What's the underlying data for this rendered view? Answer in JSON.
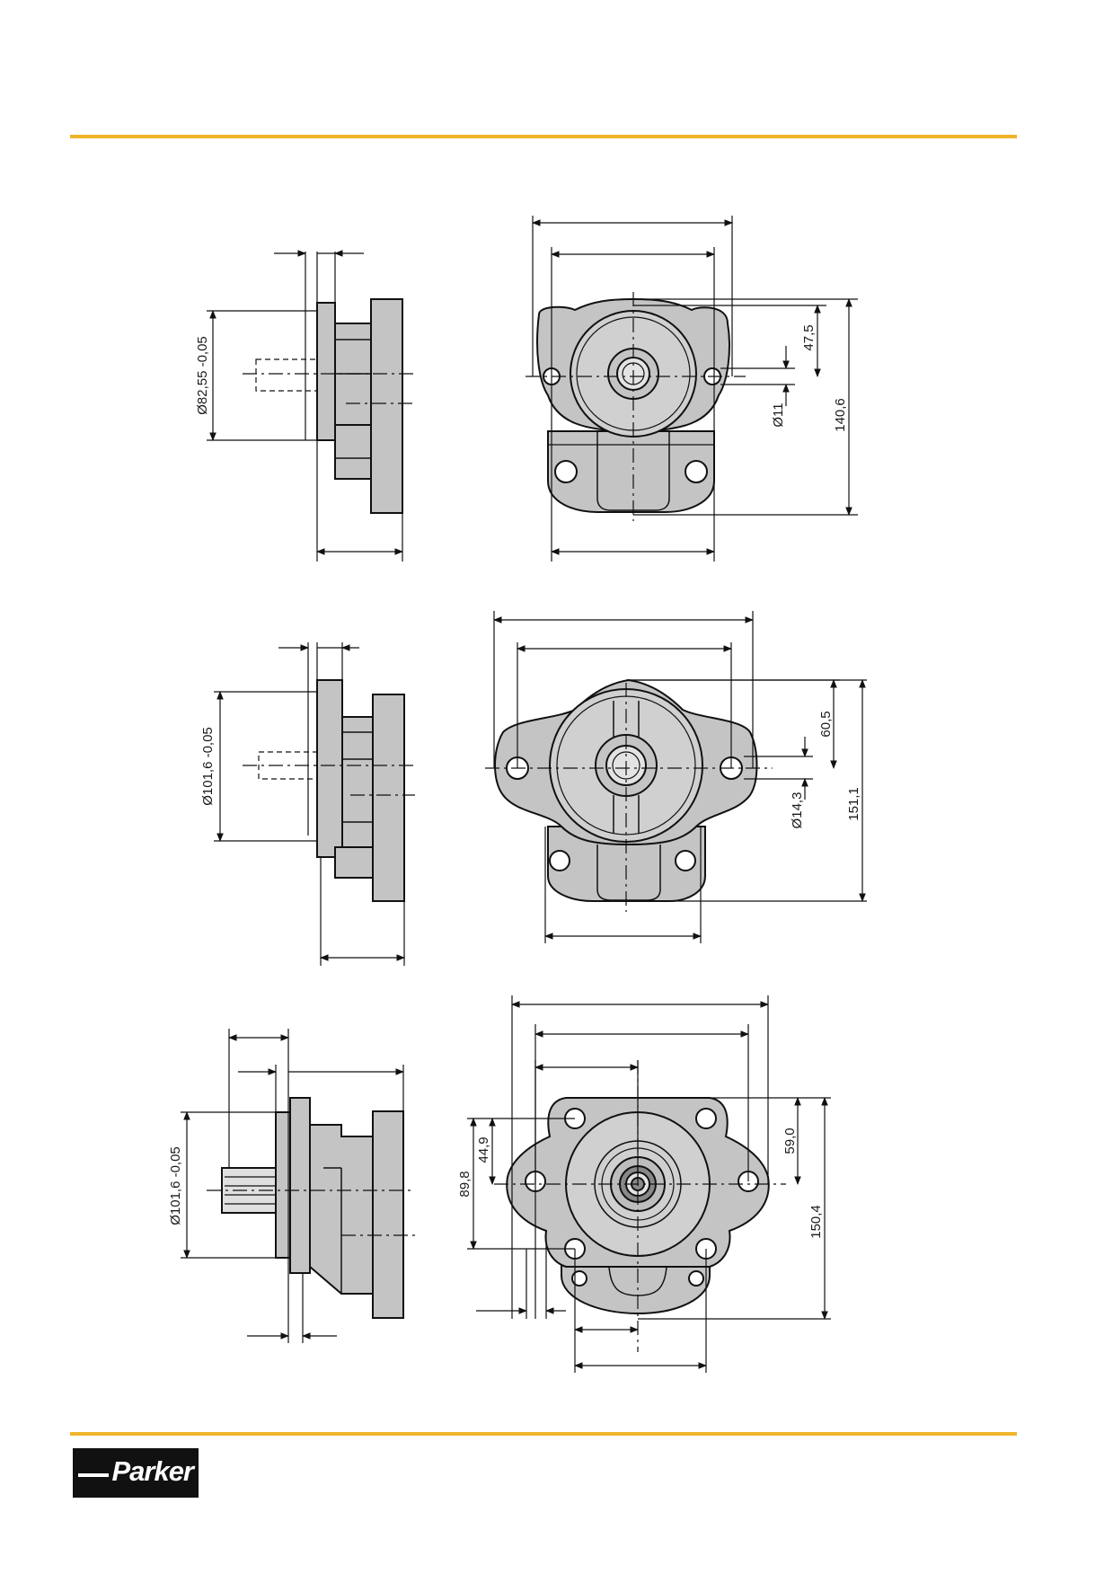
{
  "brand": {
    "logo_text": "Parker",
    "accent_color": "#f0b429"
  },
  "views": [
    {
      "id": "view-1",
      "side_label": "Ø82,55 -0,05",
      "hole_label": "Ø11",
      "height_label": "140,6",
      "center_label": "47,5"
    },
    {
      "id": "view-2",
      "side_label": "Ø101,6 -0,05",
      "hole_label": "Ø14,3",
      "height_label": "151,1",
      "center_label": "60,5"
    },
    {
      "id": "view-3",
      "side_label": "Ø101,6 -0,05",
      "height_label": "150,4",
      "center_label": "59,0",
      "inner_a_label": "89,8",
      "inner_b_label": "44,9"
    }
  ]
}
